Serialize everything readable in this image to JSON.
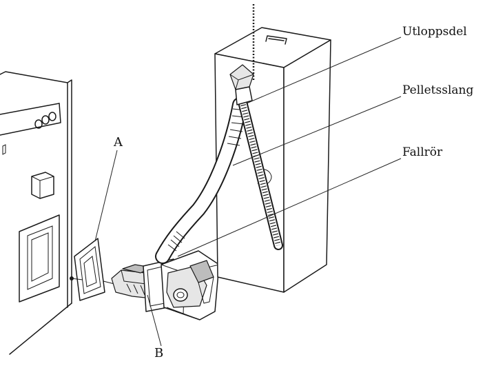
{
  "labels": {
    "outlet_part": "Utloppsdel",
    "pellet_hose": "Pelletsslang",
    "drop_tube": "Fallrör",
    "marker_a": "A",
    "marker_b": "B"
  }
}
